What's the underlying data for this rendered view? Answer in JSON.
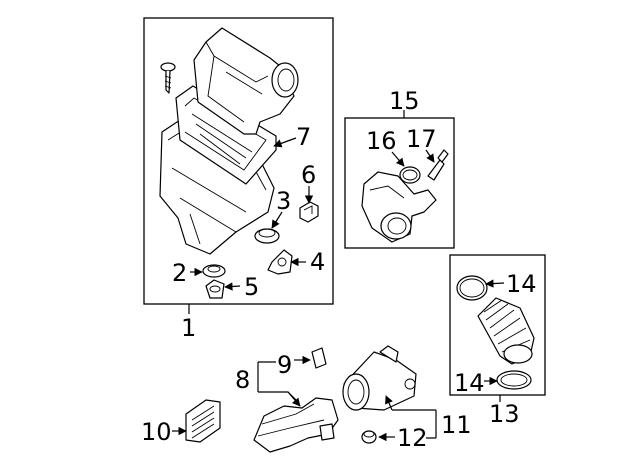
{
  "callouts": {
    "c1": "1",
    "c2": "2",
    "c3": "3",
    "c4": "4",
    "c5": "5",
    "c6": "6",
    "c7": "7",
    "c8": "8",
    "c9": "9",
    "c10": "10",
    "c11": "11",
    "c12": "12",
    "c13": "13",
    "c14a": "14",
    "c14b": "14",
    "c15": "15",
    "c16": "16",
    "c17": "17"
  }
}
